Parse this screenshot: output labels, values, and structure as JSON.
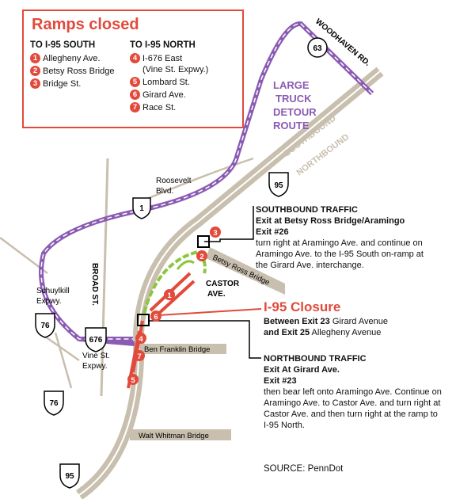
{
  "legend": {
    "title": "Ramps closed",
    "south_heading": "TO I-95 SOUTH",
    "north_heading": "TO I-95 NORTH",
    "south_ramps": [
      {
        "num": "1",
        "label": "Allegheny Ave."
      },
      {
        "num": "2",
        "label": "Betsy Ross Bridge"
      },
      {
        "num": "3",
        "label": "Bridge St."
      }
    ],
    "north_ramps": [
      {
        "num": "4",
        "label": "I-676 East",
        "sub": "(Vine St. Expwy.)"
      },
      {
        "num": "5",
        "label": "Lombard St."
      },
      {
        "num": "6",
        "label": "Girard Ave."
      },
      {
        "num": "7",
        "label": "Race St."
      }
    ]
  },
  "map_labels": {
    "woodhaven": "WOODHAVEN RD.",
    "route63": "63",
    "detour": [
      "LARGE",
      "TRUCK",
      "DETOUR",
      "ROUTE"
    ],
    "southbound": "SOUTHBOUND",
    "northbound": "NORTHBOUND",
    "i95": "95",
    "roosevelt": [
      "Roosevelt",
      "Blvd."
    ],
    "route1": "1",
    "broad": "BROAD ST.",
    "schuylkill": [
      "Schuylkill",
      "Expwy."
    ],
    "i76": "76",
    "i676": "676",
    "vine": [
      "Vine St.",
      "Expwy."
    ],
    "betsy_bridge": "Betsy Ross Bridge",
    "castor": [
      "CASTOR",
      "AVE."
    ],
    "ben_franklin": "Ben Franklin Bridge",
    "walt_whitman": "Walt Whitman Bridge"
  },
  "southbound_info": {
    "title": "SOUTHBOUND TRAFFIC",
    "exit": "Exit at Betsy Ross Bridge/Aramingo",
    "exit_num": "Exit #26",
    "desc": [
      "turn right at Aramingo Ave. and continue on",
      "Aramingo Ave. to the I-95 South on-ramp at",
      "the Girard Ave. interchange."
    ]
  },
  "closure": {
    "title": "I-95 Closure",
    "line1_bold": "Between Exit 23",
    "line1_rest": "Girard Avenue",
    "line2_bold": "and Exit 25",
    "line2_rest": "Allegheny Avenue"
  },
  "northbound_info": {
    "title": "NORTHBOUND TRAFFIC",
    "exit": "Exit At Girard Ave.",
    "exit_num": "Exit #23",
    "desc": [
      "then bear left onto Aramingo Ave. Continue on",
      "Aramingo Ave. to Castor Ave. and turn right at",
      "Castor Ave. and then turn right at the ramp to",
      "I-95 North."
    ]
  },
  "source": "SOURCE: PennDot",
  "colors": {
    "red": "#e24a3b",
    "purple": "#8a5bb3",
    "road": "#c9bfae",
    "green": "#8cc63f"
  }
}
